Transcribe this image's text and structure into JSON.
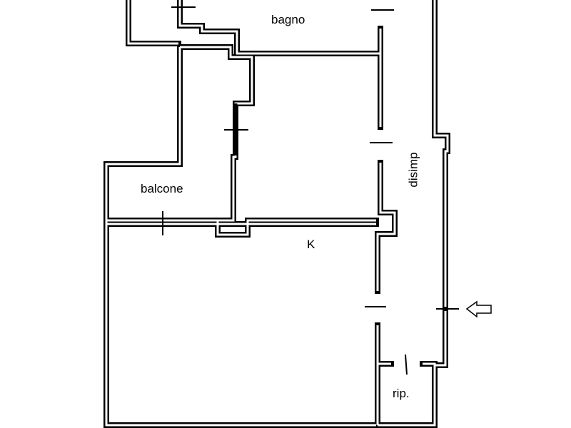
{
  "rooms": {
    "bagno": "bagno",
    "balcone": "balcone",
    "disimpegno": "disimp",
    "kitchen": "K",
    "ripostiglio": "rip."
  },
  "icons": {
    "entrance": "entrance-arrow-icon"
  },
  "colors": {
    "wall": "#000000",
    "background": "#ffffff"
  }
}
